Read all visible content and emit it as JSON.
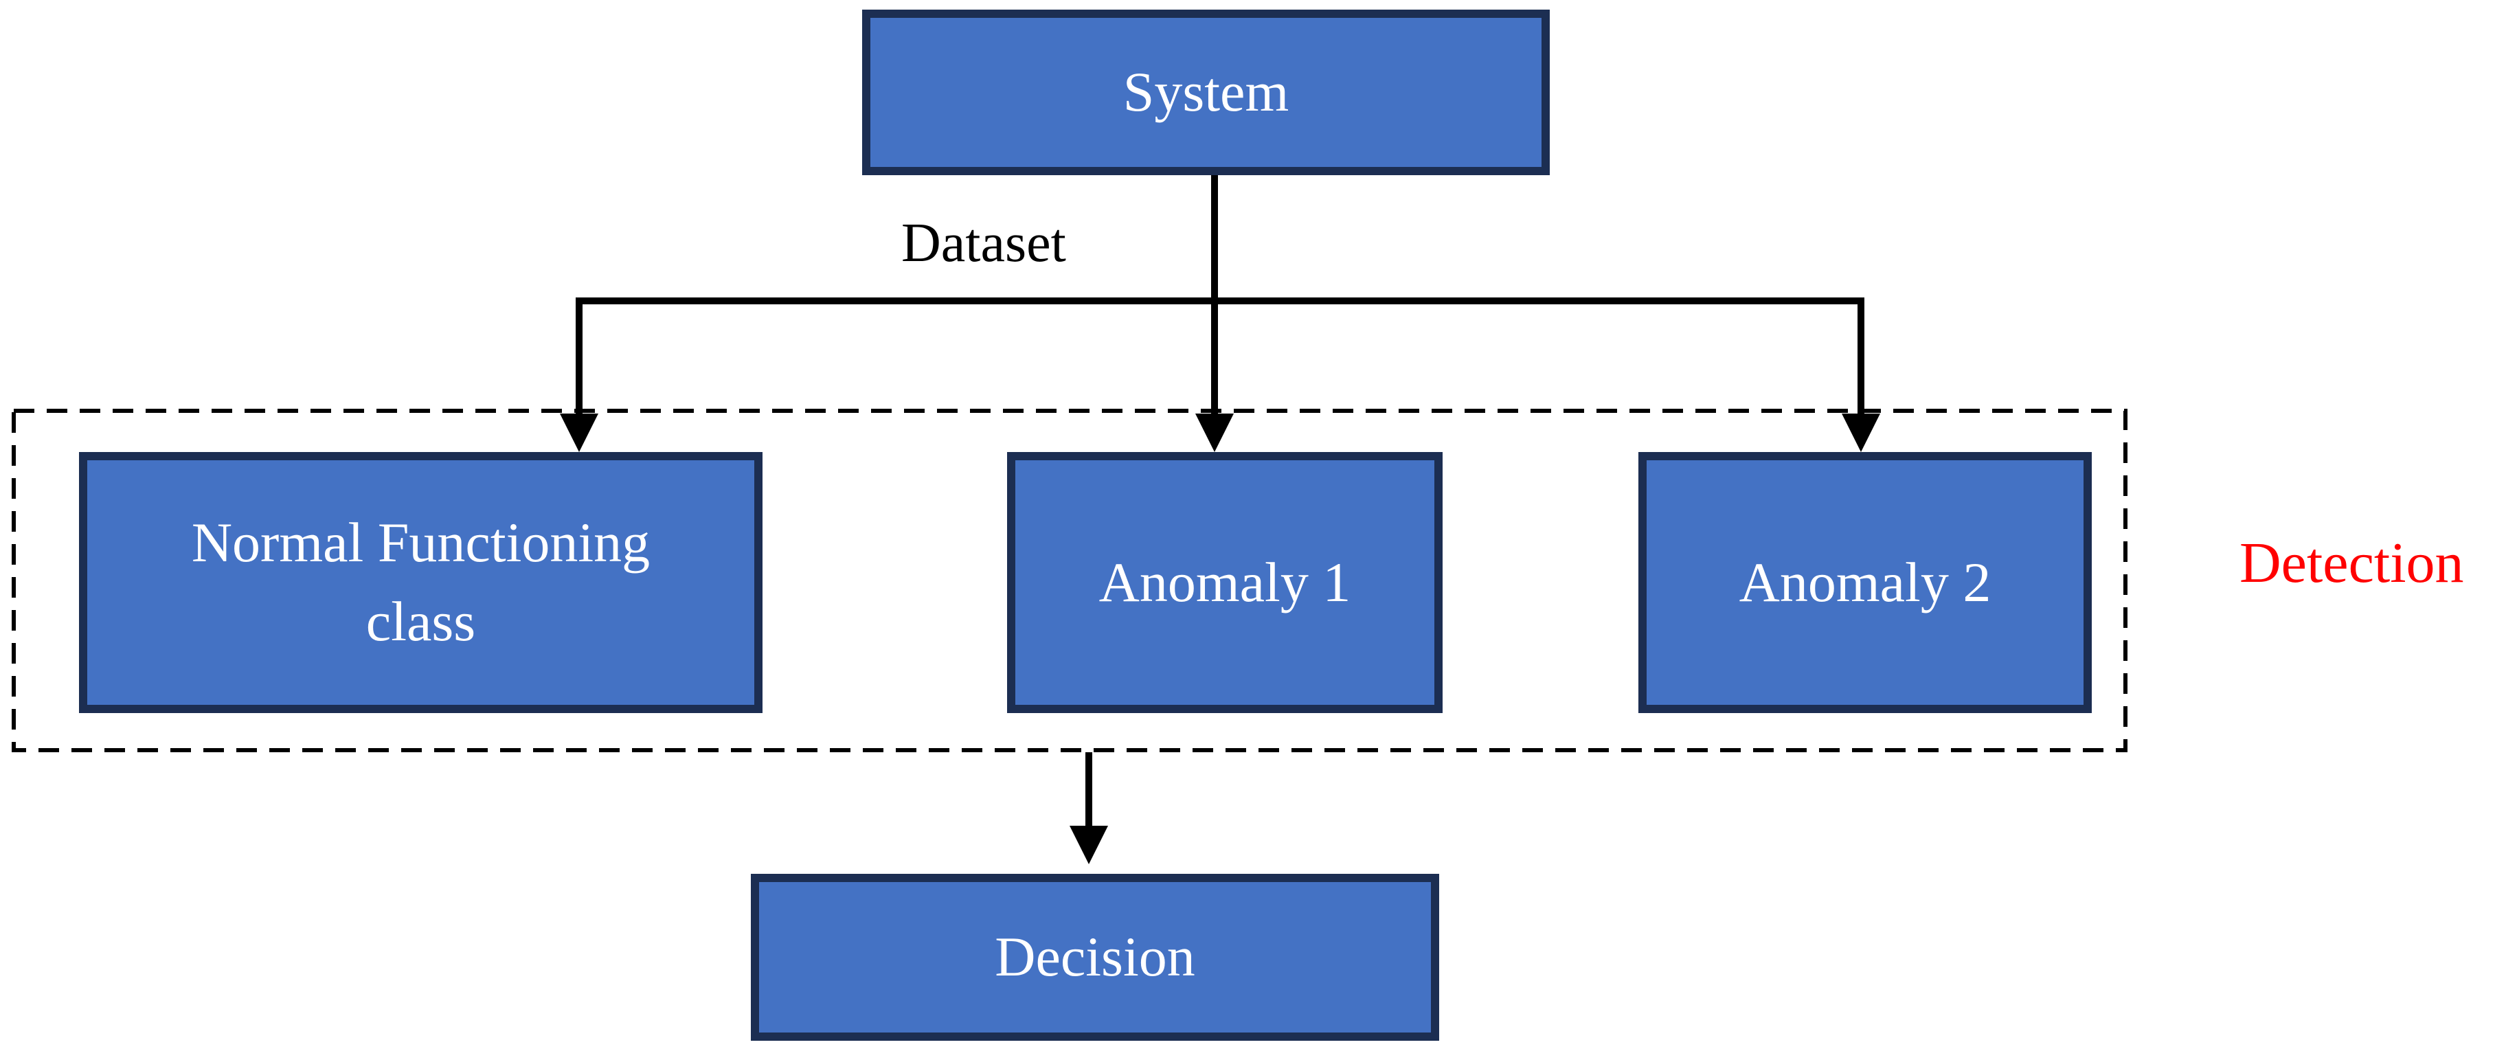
{
  "figure": {
    "type": "flowchart",
    "description": "Anomaly detection flow: System dataset split into normal and anomaly classes for detection, leading to a decision"
  },
  "nodes": {
    "system": "System",
    "normal": "Normal Functioning class",
    "anomaly1": "Anomaly 1",
    "anomaly2": "Anomaly 2",
    "decision": "Decision"
  },
  "labels": {
    "dataset": "Dataset",
    "detection": "Detection"
  },
  "groups": {
    "detection_group": {
      "label": "Detection",
      "border_style": "dashed",
      "members": [
        "Normal Functioning class",
        "Anomaly 1",
        "Anomaly 2"
      ]
    }
  },
  "edges": [
    {
      "from": "System",
      "to": "Normal Functioning class",
      "label": "Dataset"
    },
    {
      "from": "System",
      "to": "Anomaly 1",
      "label": "Dataset"
    },
    {
      "from": "System",
      "to": "Anomaly 2",
      "label": "Dataset"
    },
    {
      "from": "Detection group",
      "to": "Decision",
      "label": ""
    }
  ],
  "colors": {
    "node_fill": "#4472C4",
    "node_border": "#1C2E52",
    "node_text": "#FFFFFF",
    "line": "#000000",
    "dataset_text": "#000000",
    "detection_text": "#FF0000",
    "background": "#FFFFFF"
  }
}
